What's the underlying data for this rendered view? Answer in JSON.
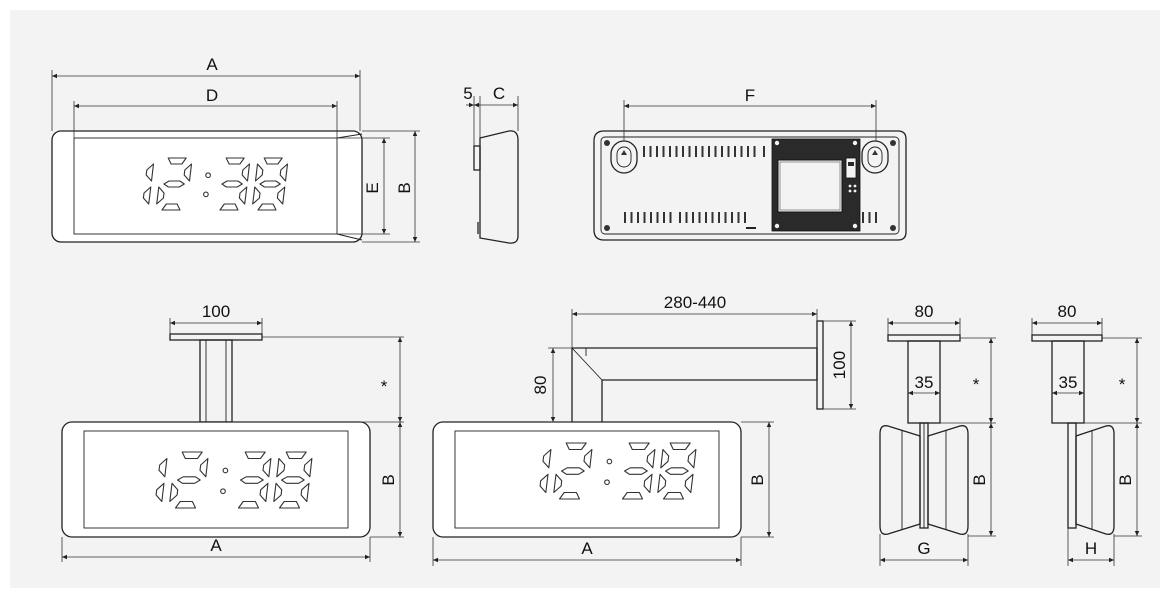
{
  "colors": {
    "panel_background": "#f3f3f3",
    "line": "#222222"
  },
  "diagram": {
    "front_view": {
      "display_time": "12:38",
      "label_a": "A",
      "label_d": "D",
      "label_e": "E",
      "label_b": "B"
    },
    "side_view": {
      "label_5": "5",
      "label_c": "C"
    },
    "back_view": {
      "label_f": "F"
    },
    "ceiling_mount": {
      "label_100": "100",
      "label_star": "*",
      "label_b": "B",
      "label_a": "A",
      "display_time": "12:38"
    },
    "wall_bracket": {
      "label_280_440": "280-440",
      "label_80": "80",
      "label_100": "100",
      "label_b": "B",
      "label_a": "A",
      "display_time": "12:38"
    },
    "side_double": {
      "label_80": "80",
      "label_35": "35",
      "label_star": "*",
      "label_b": "B",
      "label_g": "G"
    },
    "side_single": {
      "label_80": "80",
      "label_35": "35",
      "label_star": "*",
      "label_b": "B",
      "label_h": "H"
    }
  }
}
